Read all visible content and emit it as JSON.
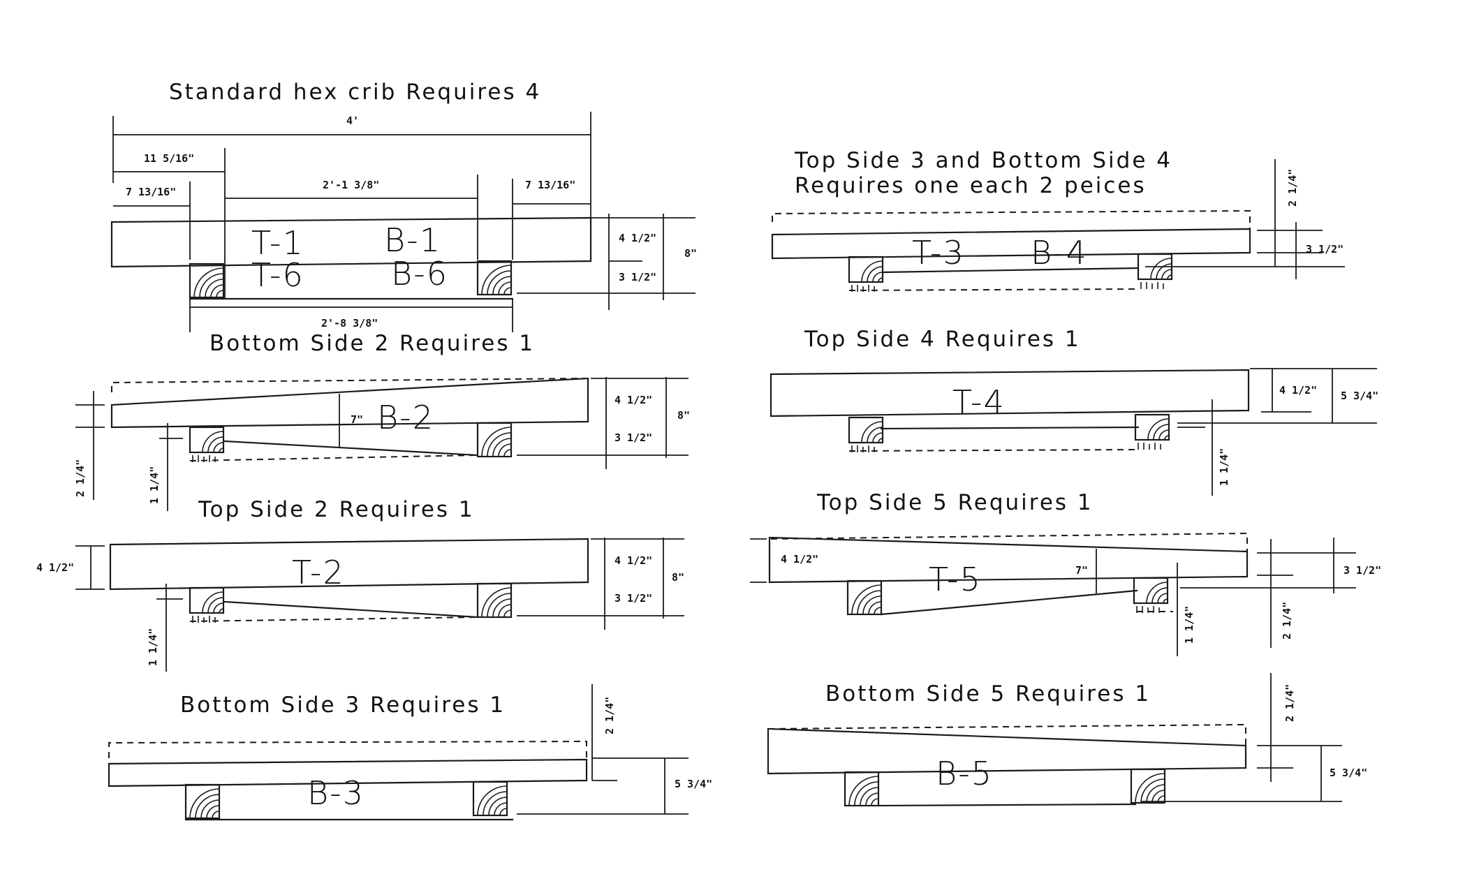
{
  "colors": {
    "ink": "#1a1a1a",
    "paper": "#ffffff"
  },
  "icons": [
    "timber-end-grain-icon"
  ],
  "panels": {
    "standard": {
      "title": "Standard hex crib Requires 4",
      "parts": [
        "T-1",
        "B-1",
        "T-6",
        "B-6"
      ],
      "dims": {
        "overall": "4'",
        "left_outer": "11 5/16\"",
        "left_inner": "7 13/16\"",
        "center": "2'-1 3/8\"",
        "right": "7 13/16\"",
        "bottom": "2'-8 3/8\"",
        "upper_h": "4 1/2\"",
        "lower_h": "3 1/2\"",
        "total_h": "8\""
      }
    },
    "bottom_side_2": {
      "title": "Bottom Side 2 Requires 1",
      "part": "B-2",
      "dims": {
        "taper": "7\"",
        "upper_h": "4 1/2\"",
        "lower_h": "3 1/2\"",
        "total_h": "8\"",
        "left_v": "2 1/4\"",
        "left_inner": "1 1/4\""
      }
    },
    "top_side_2": {
      "title": "Top Side 2 Requires 1",
      "part": "T-2",
      "dims": {
        "left_h": "4 1/2\"",
        "upper_h": "4 1/2\"",
        "lower_h": "3 1/2\"",
        "total_h": "8\"",
        "left_inner": "1 1/4\""
      }
    },
    "bottom_side_3": {
      "title": "Bottom Side 3 Requires 1",
      "part": "B-3",
      "dims": {
        "top_v": "2 1/4\"",
        "height": "5 3/4\""
      }
    },
    "top3_bottom4": {
      "title_line1": "Top Side 3 and Bottom Side 4",
      "title_line2": "Requires one each 2 peices",
      "parts": [
        "T-3",
        "B-4"
      ],
      "dims": {
        "top_v": "2 1/4\"",
        "lower_h": "3 1/2\""
      }
    },
    "top_side_4": {
      "title": "Top Side 4 Requires 1",
      "part": "T-4",
      "dims": {
        "upper_h": "4 1/2\"",
        "total_h": "5 3/4\"",
        "right_v": "1 1/4\""
      }
    },
    "top_side_5": {
      "title": "Top Side 5 Requires 1",
      "part": "T-5",
      "dims": {
        "left_h": "4 1/2\"",
        "taper": "7\"",
        "right_h": "3 1/2\"",
        "right_v": "1 1/4\"",
        "far_v": "2 1/4\""
      }
    },
    "bottom_side_5": {
      "title": "Bottom Side 5 Requires 1",
      "part": "B-5",
      "dims": {
        "top_v": "2 1/4\"",
        "height": "5 3/4\""
      }
    }
  }
}
